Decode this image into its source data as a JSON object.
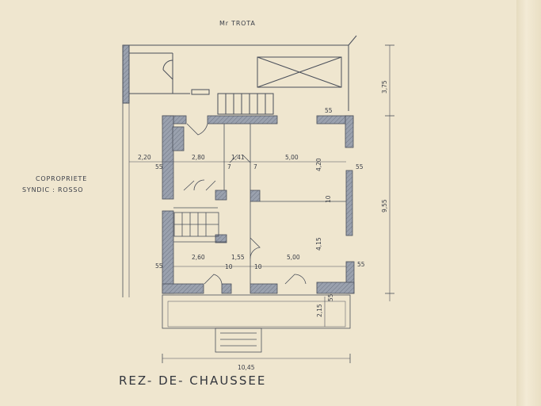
{
  "neighbor_top": "Mr TROTA",
  "neighbor_left": [
    "COPROPRIETE",
    "SYNDIC : ROSSO"
  ],
  "title": "REZ- DE- CHAUSSEE",
  "dimensions": {
    "right_top": "3,75",
    "right_total": "9,55",
    "right_bottom": "2,15",
    "bottom_total": "10,45",
    "left_wall": "2,20",
    "room_nw": "2,80",
    "room_wc": "1,41",
    "room_ne": "5,00",
    "room_sw": "2,60",
    "hall": "1,55",
    "room_se": "5,00",
    "height_ne": "4,20",
    "height_se": "4,15",
    "wall_55": "55",
    "wall_10": "10",
    "wall_7": "7"
  },
  "colors": {
    "paper": "#efe6cf",
    "ink": "#3a3e48",
    "wall_fill": "#8f97a6"
  }
}
